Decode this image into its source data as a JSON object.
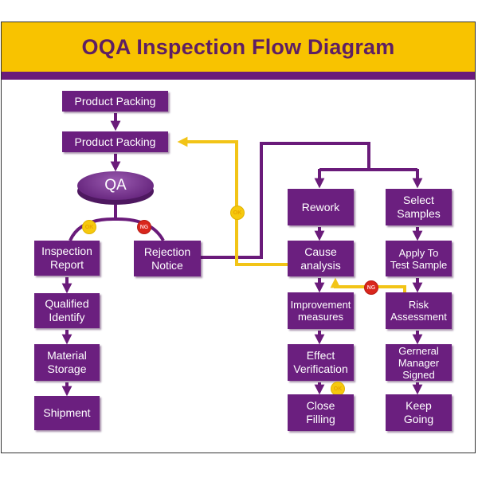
{
  "title": "OQA Inspection Flow Diagram",
  "colors": {
    "header_bg": "#f8c300",
    "title_text": "#5e1f63",
    "box_fill": "#6b1f7f",
    "box_text": "#ffffff",
    "connector_purple": "#6a1b7a",
    "connector_yellow": "#f2c417",
    "ok_badge": "#f6c90e",
    "ng_badge": "#d9261c"
  },
  "nodes": {
    "product_packing_1": "Product Packing",
    "product_packing_2": "Product Packing",
    "qa": "QA",
    "inspection_report": "Inspection\nReport",
    "rejection_notice": "Rejection\nNotice",
    "qualified_identify": "Qualified\nIdentify",
    "material_storage": "Material\nStorage",
    "shipment": "Shipment",
    "rework": "Rework",
    "select_samples": "Select\nSamples",
    "cause_analysis": "Cause\nanalysis",
    "apply_to_test_sample": "Apply To\nTest Sample",
    "improvement_measures": "Improvement\nmeasures",
    "risk_assessment": "Risk\nAssessment",
    "effect_verification": "Effect\nVerification",
    "general_manager_signed": "Gerneral\nManager\nSigned",
    "close_filling": "Close\nFilling",
    "keep_going": "Keep\nGoing"
  },
  "badges": {
    "qa_ok": "OK",
    "qa_ng": "NG",
    "return_ok": "OK",
    "risk_ng": "NG",
    "verify_ok": "OK"
  },
  "edges": [
    {
      "from": "product_packing_1",
      "to": "product_packing_2",
      "color": "purple"
    },
    {
      "from": "product_packing_2",
      "to": "qa",
      "color": "purple"
    },
    {
      "from": "qa",
      "to": "inspection_report",
      "label": "OK",
      "color": "purple"
    },
    {
      "from": "qa",
      "to": "rejection_notice",
      "label": "NG",
      "color": "purple"
    },
    {
      "from": "inspection_report",
      "to": "qualified_identify",
      "color": "purple"
    },
    {
      "from": "qualified_identify",
      "to": "material_storage",
      "color": "purple"
    },
    {
      "from": "material_storage",
      "to": "shipment",
      "color": "purple"
    },
    {
      "from": "rejection_notice",
      "to": "rework",
      "color": "purple"
    },
    {
      "from": "rejection_notice",
      "to": "select_samples",
      "color": "purple"
    },
    {
      "from": "rework",
      "to": "cause_analysis",
      "color": "purple"
    },
    {
      "from": "cause_analysis",
      "to": "improvement_measures",
      "color": "purple"
    },
    {
      "from": "improvement_measures",
      "to": "effect_verification",
      "color": "purple"
    },
    {
      "from": "effect_verification",
      "to": "close_filling",
      "label": "OK",
      "color": "purple"
    },
    {
      "from": "select_samples",
      "to": "apply_to_test_sample",
      "color": "purple"
    },
    {
      "from": "apply_to_test_sample",
      "to": "risk_assessment",
      "color": "purple"
    },
    {
      "from": "risk_assessment",
      "to": "general_manager_signed",
      "color": "purple"
    },
    {
      "from": "general_manager_signed",
      "to": "keep_going",
      "color": "purple"
    },
    {
      "from": "risk_assessment",
      "to": "cause_analysis",
      "label": "NG",
      "color": "yellow"
    },
    {
      "from": "cause_analysis",
      "to": "product_packing_2",
      "label": "OK",
      "color": "yellow"
    }
  ]
}
